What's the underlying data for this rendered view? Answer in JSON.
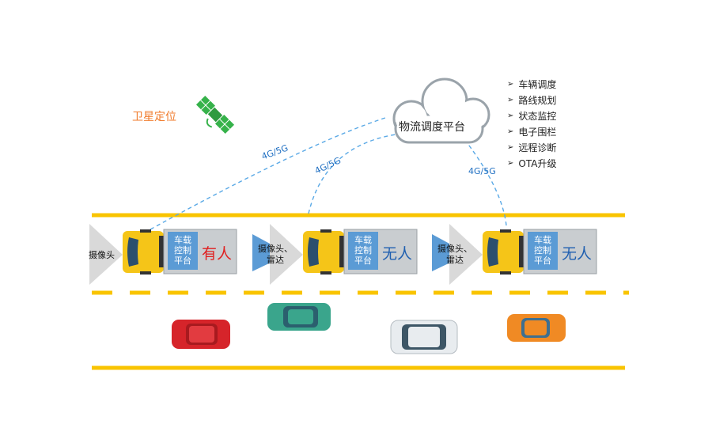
{
  "satellite": {
    "label": "卫星定位",
    "icon": "satellite-icon"
  },
  "platform": {
    "label": "物流调度平台",
    "icon": "cloud-icon"
  },
  "features": [
    "车辆调度",
    "路线规划",
    "状态监控",
    "电子围栏",
    "远程诊断",
    "OTA升级"
  ],
  "network_label": "4G/5G",
  "trucks": [
    {
      "sensor": "摄像头",
      "control_lines": [
        "车载",
        "控制",
        "平台"
      ],
      "mode": "有人",
      "mode_color": "#e02020"
    },
    {
      "sensor_lines": [
        "摄像头、",
        "雷达"
      ],
      "control_lines": [
        "车载",
        "控制",
        "平台"
      ],
      "mode": "无人",
      "mode_color": "#1f5fb0"
    },
    {
      "sensor_lines": [
        "摄像头、",
        "雷达"
      ],
      "control_lines": [
        "车载",
        "控制",
        "平台"
      ],
      "mode": "无人",
      "mode_color": "#1f5fb0"
    }
  ],
  "colors": {
    "lane_yellow": "#f9c400",
    "link_blue": "#5aa9e6",
    "truck_yellow": "#f5c518",
    "control_box": "#5b9bd5",
    "cargo_gray": "#c9cdd0"
  },
  "cars": [
    {
      "color": "#d6242a",
      "name": "red-car"
    },
    {
      "color": "#3aa58c",
      "name": "teal-car"
    },
    {
      "color": "#e8ecef",
      "name": "white-car"
    },
    {
      "color": "#f08a24",
      "name": "orange-car"
    }
  ]
}
